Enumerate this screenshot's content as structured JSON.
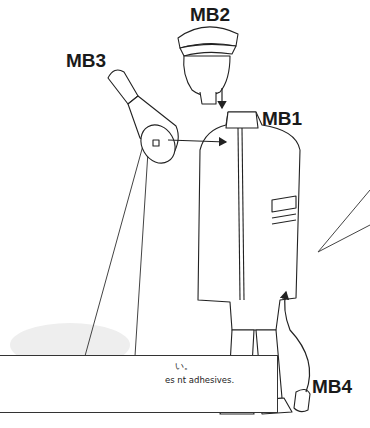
{
  "diagram": {
    "nodes": [
      {
        "text": [
          "い。",
          "es nt adhesives."
        ]
      }
    ],
    "labels": [
      "MB2",
      "MB3",
      "MB1",
      "MB4"
    ]
  }
}
